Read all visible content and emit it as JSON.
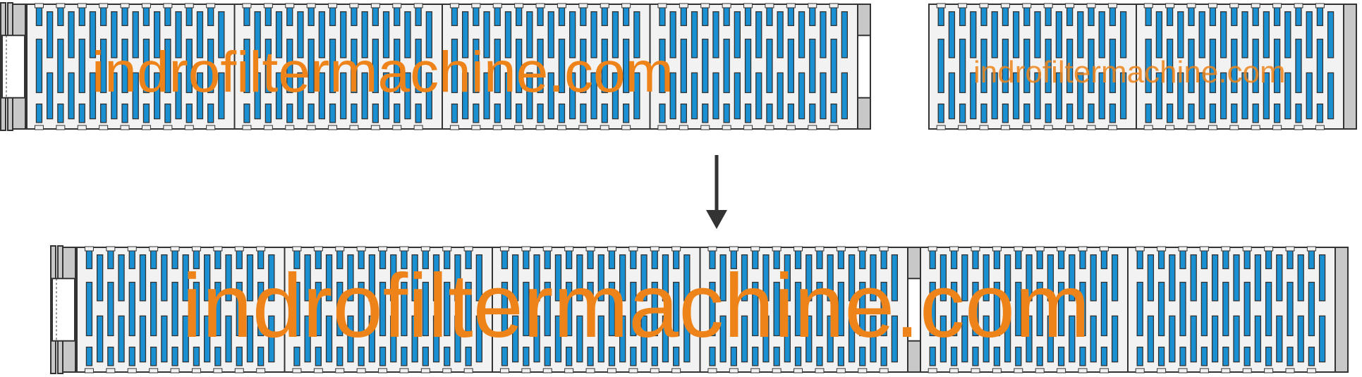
{
  "diagram": {
    "description_free": true,
    "colors": {
      "outline": "#333333",
      "panel": "#f2f2f2",
      "slot": "#1a8fd1",
      "cap_gray": "#c8c8c8",
      "watermark": "#ee8419",
      "arrow": "#333333"
    },
    "top_left_cartridge": {
      "name": "long-filter-cartridge",
      "sections": 4,
      "watermark": "indrofiltermachine.com"
    },
    "top_right_cartridge": {
      "name": "short-filter-cartridge",
      "sections": 2,
      "watermark": "indrofiltermachine.com"
    },
    "bottom_cartridge": {
      "name": "combined-filter-cartridge",
      "sections": 6,
      "watermark": "indrofiltermachine.com"
    },
    "arrow": {
      "direction": "down",
      "icon": "down-arrow-icon"
    }
  }
}
